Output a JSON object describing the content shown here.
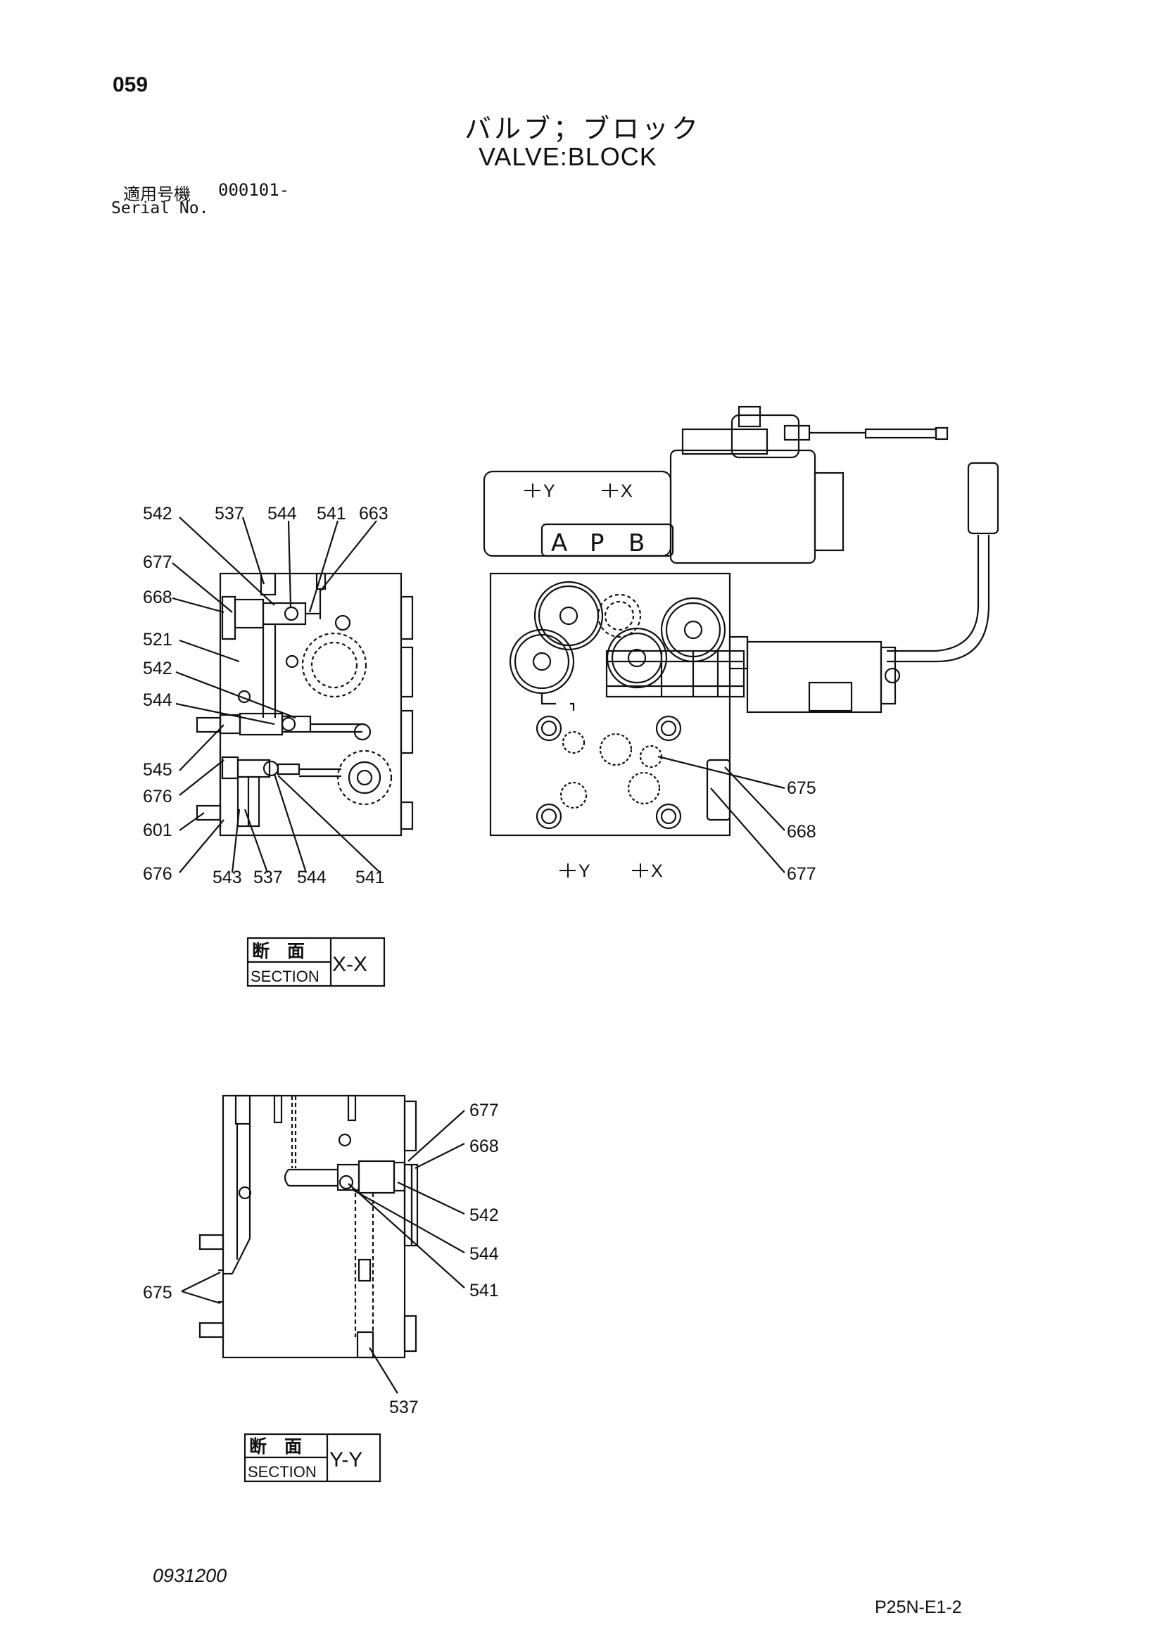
{
  "header": {
    "page_number": "059",
    "title_jp": "バルブ；ブロック",
    "title_en": "VALVE:BLOCK",
    "serial_label_jp": "適用号機",
    "serial_value": "000101-",
    "serial_label_en": "Serial No."
  },
  "views": {
    "section_xx": {
      "label_jp": "断　面",
      "label_en": "SECTION",
      "id": "X-X",
      "callouts": [
        "542",
        "537",
        "544",
        "541",
        "663",
        "677",
        "668",
        "521",
        "542",
        "544",
        "545",
        "676",
        "601",
        "676",
        "543",
        "537",
        "544",
        "541"
      ]
    },
    "top_view": {
      "valve_stamp": [
        "A",
        "P",
        "B"
      ],
      "cut_marks": [
        "Y",
        "X",
        "Y",
        "X"
      ],
      "callouts": [
        "675",
        "668",
        "677"
      ]
    },
    "section_yy": {
      "label_jp": "断　面",
      "label_en": "SECTION",
      "id": "Y-Y",
      "callouts": [
        "677",
        "668",
        "542",
        "544",
        "541",
        "675",
        "537"
      ]
    }
  },
  "footer": {
    "doc_code": "0931200",
    "page_code": "P25N-E1-2"
  }
}
